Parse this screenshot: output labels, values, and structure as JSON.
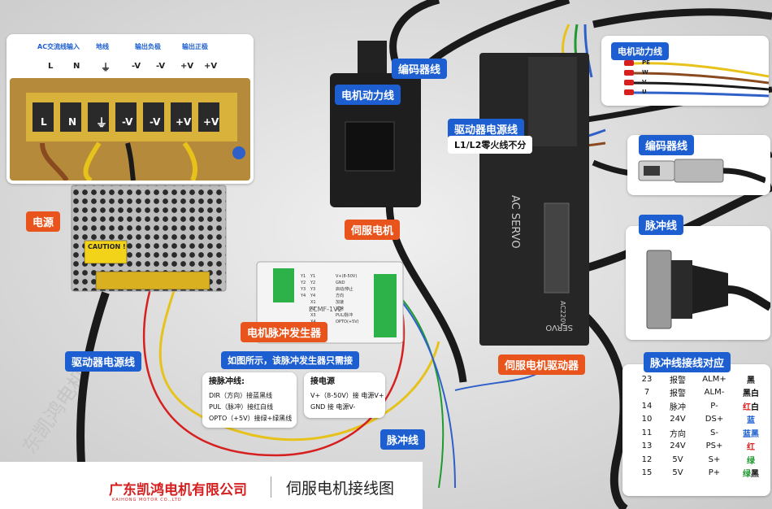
{
  "psu_callout": {
    "groups": [
      "AC交流线输入",
      "地线",
      "输出负极",
      "输出正极"
    ],
    "top_terminals": [
      "L",
      "N",
      "⏚",
      "-V",
      "-V",
      "+V",
      "+V"
    ],
    "photo_terminals": [
      "L",
      "N",
      "⏚",
      "-V",
      "-V",
      "+V",
      "+V"
    ]
  },
  "psu": {
    "label": "电源",
    "caution": "CAUTION !"
  },
  "servo_motor": {
    "label": "伺服电机",
    "power_label": "电机动力线"
  },
  "encoder_cable_label": "编码器线",
  "driver": {
    "power_label": "驱动器电源线",
    "power_note": "L1/L2零火线不分",
    "label": "伺服电机驱动器",
    "brand_text": "AC SERVO",
    "voltage": "AC220V",
    "servo_text": "SERVO"
  },
  "driver_power_cable_label": "驱动器电源线",
  "pulse_generator": {
    "label": "电机脉冲发生器",
    "model": "ECMF-1V2",
    "pins_left": [
      "Y1",
      "Y2",
      "Y3",
      "Y4",
      "X1",
      "X2",
      "X3",
      "X4"
    ],
    "pins_right": [
      "V+(8-50V)",
      "GND",
      "启动/停止",
      "方向",
      "加速",
      "减速",
      "PUL/脉冲",
      "OPTO(+5V)"
    ],
    "mid_left": [
      "Y1",
      "Y2",
      "Y3",
      "Y4"
    ]
  },
  "note_intro": "如图所示，该脉冲发生器只需接",
  "pulse_wiring": {
    "title": "接脉冲线:",
    "lines": [
      "DIR（方向）接蓝黑线",
      "PUL（脉冲）接红白线",
      "OPTO（+5V）接绿+绿黑线"
    ]
  },
  "power_wiring": {
    "title": "接电源",
    "lines": [
      "V+（8-50V）接 电源V+",
      "GND 接 电源V-"
    ]
  },
  "pulse_cable_bottom_label": "脉冲线",
  "motor_power_callout": {
    "label": "电机动力线",
    "wires": [
      "PE",
      "W",
      "V",
      "U"
    ]
  },
  "encoder_callout": {
    "label": "编码器线"
  },
  "pulse_callout": {
    "label": "脉冲线"
  },
  "pin_table": {
    "title": "脉冲线接线对应",
    "rows": [
      {
        "pin": "23",
        "func": "报警",
        "sig": "ALM+",
        "color": "黑",
        "color_parts": [
          [
            "黑",
            "#111111"
          ]
        ]
      },
      {
        "pin": "7",
        "func": "报警",
        "sig": "ALM-",
        "color": "黑白",
        "color_parts": [
          [
            "黑白",
            "#111111"
          ]
        ]
      },
      {
        "pin": "14",
        "func": "脉冲",
        "sig": "P-",
        "color": "红白",
        "color_parts": [
          [
            "红",
            "#e02020"
          ],
          [
            "白",
            "#111111"
          ]
        ]
      },
      {
        "pin": "10",
        "func": "24V",
        "sig": "DS+",
        "color": "蓝",
        "color_parts": [
          [
            "蓝",
            "#1d5fd1"
          ]
        ]
      },
      {
        "pin": "11",
        "func": "方向",
        "sig": "S-",
        "color": "蓝黑",
        "color_parts": [
          [
            "蓝黑",
            "#1d5fd1"
          ]
        ]
      },
      {
        "pin": "13",
        "func": "24V",
        "sig": "PS+",
        "color": "红",
        "color_parts": [
          [
            "红",
            "#e02020"
          ]
        ]
      },
      {
        "pin": "12",
        "func": "5V",
        "sig": "S+",
        "color": "绿",
        "color_parts": [
          [
            "绿",
            "#1f9a2f"
          ]
        ]
      },
      {
        "pin": "15",
        "func": "5V",
        "sig": "P+",
        "color": "绿黑",
        "color_parts": [
          [
            "绿",
            "#1f9a2f"
          ],
          [
            "黑",
            "#111111"
          ]
        ]
      }
    ]
  },
  "footer": {
    "company": "广东凯鸿电机有限公司",
    "company_en": "KAIHONG MOTOR CO.,LTD",
    "title": "伺服电机接线图"
  },
  "watermark": "东凯鸿电机",
  "colors": {
    "blue_label": "#1d5fd1",
    "orange_label": "#e8541c",
    "company_red": "#d42020"
  }
}
